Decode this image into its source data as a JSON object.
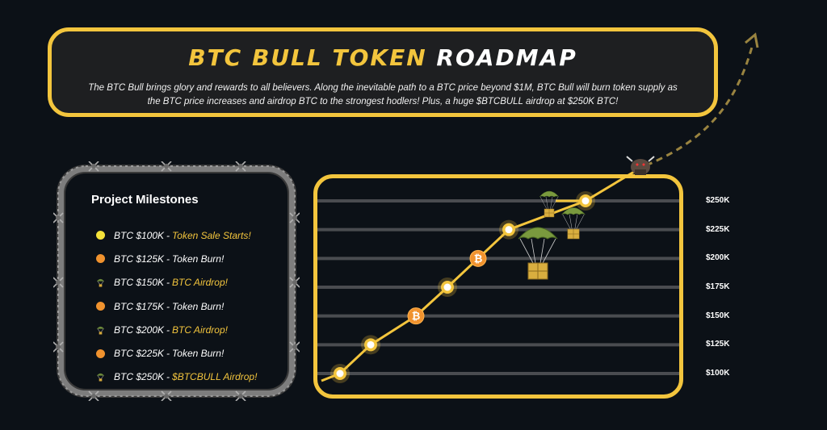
{
  "header": {
    "title_part1": "BTC BULL TOKEN",
    "title_part2": "ROADMAP",
    "description": "The BTC Bull brings glory and rewards to all believers. Along the inevitable path to a BTC price beyond $1M, BTC Bull will burn token supply as the BTC price increases and airdrop BTC to the strongest hodlers! Plus, a huge $BTCBULL airdrop at $250K BTC!"
  },
  "milestones": {
    "title": "Project Milestones",
    "items": [
      {
        "price": "BTC $100K",
        "action": "Token Sale Starts!",
        "marker": "yellow-dot",
        "action_color": "gold"
      },
      {
        "price": "BTC $125K",
        "action": "Token Burn!",
        "marker": "orange-dot",
        "action_color": "white"
      },
      {
        "price": "BTC $150K",
        "action": "BTC Airdrop!",
        "marker": "parachute-icon",
        "action_color": "gold"
      },
      {
        "price": "BTC $175K",
        "action": "Token Burn!",
        "marker": "orange-dot",
        "action_color": "white"
      },
      {
        "price": "BTC $200K",
        "action": "BTC Airdrop!",
        "marker": "parachute-icon",
        "action_color": "gold"
      },
      {
        "price": "BTC $225K",
        "action": "Token Burn!",
        "marker": "orange-dot",
        "action_color": "white"
      },
      {
        "price": "BTC $250K",
        "action": "$BTCBULL Airdrop!",
        "marker": "parachute-icon",
        "action_color": "gold"
      }
    ]
  },
  "chart_data": {
    "type": "line",
    "y_tick_labels": [
      "$250K",
      "$225K",
      "$200K",
      "$175K",
      "$150K",
      "$125K",
      "$100K"
    ],
    "y_ticks": [
      250,
      225,
      200,
      175,
      150,
      125,
      100
    ],
    "ylim": [
      100,
      250
    ],
    "grid": true,
    "points": [
      {
        "y": 100,
        "marker": "ring"
      },
      {
        "y": 125,
        "marker": "ring"
      },
      {
        "y": 150,
        "marker": "bitcoin"
      },
      {
        "y": 175,
        "marker": "ring"
      },
      {
        "y": 200,
        "marker": "bitcoin"
      },
      {
        "y": 225,
        "marker": "ring"
      },
      {
        "y": 250,
        "marker": "ring"
      }
    ]
  },
  "colors": {
    "accent": "#f3c53d",
    "background": "#0c1117",
    "panel": "#1e1f21",
    "burn": "#f0922e",
    "start": "#f5e23a",
    "grid": "#4a4c50"
  },
  "icons": {
    "bull": "bull-icon",
    "bitcoin": "bitcoin-icon",
    "parachute": "parachute-crate-icon",
    "arrow": "dashed-arrow-icon"
  }
}
